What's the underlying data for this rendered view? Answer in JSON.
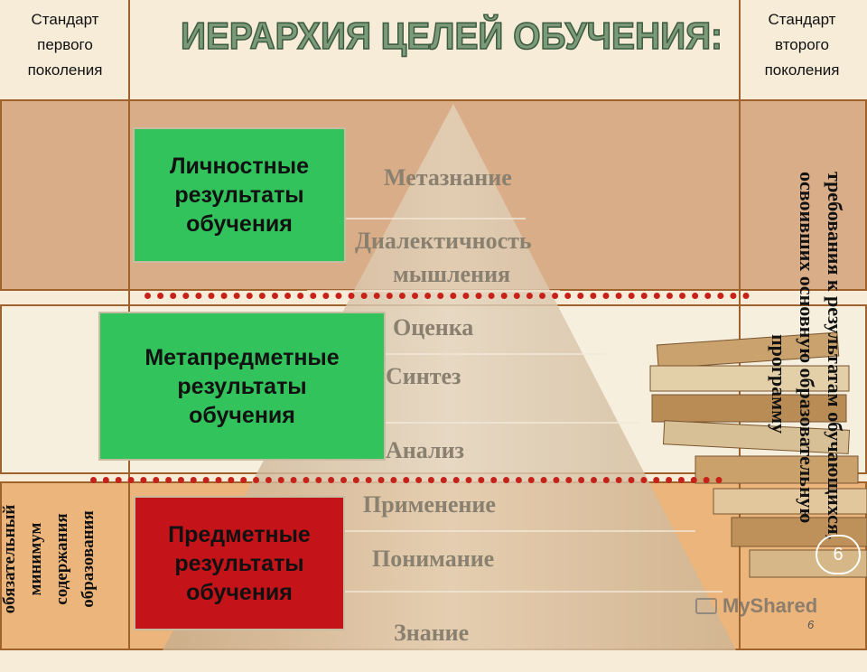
{
  "header": {
    "left_label": [
      "Стандарт",
      "первого",
      "поколения"
    ],
    "right_label": [
      "Стандарт",
      "второго",
      "поколения"
    ],
    "title": "ИЕРАРХИЯ ЦЕЛЕЙ ОБУЧЕНИЯ:"
  },
  "pyramid": {
    "tiers": [
      "Метазнание",
      "Диалектичность",
      "мышления",
      "Оценка",
      "Синтез",
      "Анализ",
      "Применение",
      "Понимание",
      "Знание"
    ]
  },
  "results": {
    "personal": [
      "Личностные",
      "результаты",
      "обучения"
    ],
    "metasubject": [
      "Метапредметные",
      "результаты",
      "обучения"
    ],
    "subject": [
      "Предметные",
      "результаты",
      "обучения"
    ]
  },
  "side_left": [
    "обязательный",
    "минимум",
    "содержания",
    "образования"
  ],
  "side_right": [
    "требования к результатам обучающихся,",
    "освоивших основную образовательную",
    "программу"
  ],
  "watermark": "MyShared",
  "slide_number": "6",
  "badge_number": "6",
  "colors": {
    "green": "#33c35c",
    "red": "#c4141a",
    "dots": "#c6221a",
    "border": "#a0622c"
  }
}
